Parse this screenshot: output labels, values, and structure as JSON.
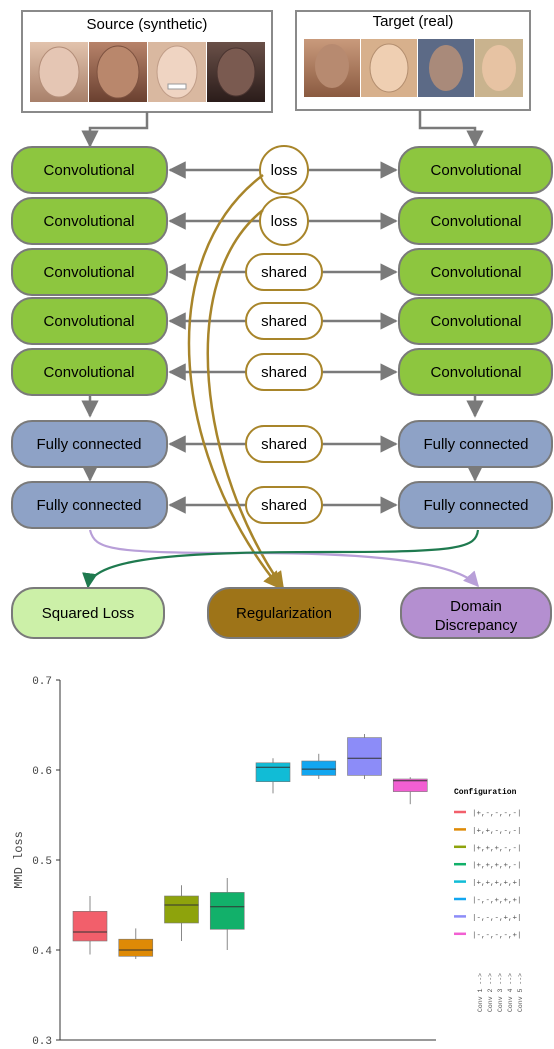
{
  "source": {
    "label": "Source (synthetic)",
    "photos": [
      "face-1",
      "face-2",
      "face-3",
      "face-4"
    ]
  },
  "target": {
    "label": "Target (real)",
    "photos": [
      "face-1",
      "face-2",
      "face-3",
      "face-4"
    ]
  },
  "rows": [
    {
      "left": "Convolutional",
      "mid": "loss",
      "right": "Convolutional",
      "kind": "conv"
    },
    {
      "left": "Convolutional",
      "mid": "loss",
      "right": "Convolutional",
      "kind": "conv"
    },
    {
      "left": "Convolutional",
      "mid": "shared",
      "right": "Convolutional",
      "kind": "conv"
    },
    {
      "left": "Convolutional",
      "mid": "shared",
      "right": "Convolutional",
      "kind": "conv"
    },
    {
      "left": "Convolutional",
      "mid": "shared",
      "right": "Convolutional",
      "kind": "conv"
    },
    {
      "left": "Fully connected",
      "mid": "shared",
      "right": "Fully connected",
      "kind": "fc"
    },
    {
      "left": "Fully connected",
      "mid": "shared",
      "right": "Fully connected",
      "kind": "fc"
    }
  ],
  "outputs": {
    "squared": "Squared Loss",
    "regularization": "Regularization",
    "domain": "Domain Discrepancy"
  },
  "colors": {
    "conv": "#8dc63f",
    "fc": "#8ea2c6",
    "squared": "#ccf0a8",
    "reg": "#9e7418",
    "domain": "#b48fd0",
    "loss_edge": "#a8852a",
    "green_arrow": "#1f7a4f",
    "purple_arrow": "#b89fd8",
    "gray": "#7a7a7a"
  },
  "chart_data": {
    "type": "box",
    "ylabel": "MMD loss",
    "ylim": [
      0.3,
      0.7
    ],
    "yticks": [
      "0.3",
      "0.4",
      "0.5",
      "0.6",
      "0.7"
    ],
    "legend_title": "Configuration",
    "legend_position": "right",
    "footnote": [
      "Conv 1 -->",
      "Conv 2 -->",
      "Conv 3 -->",
      "Conv 4 -->",
      "Conv 5 -->"
    ],
    "series": [
      {
        "name": "|+,-,-,-,-|",
        "color": "#f25f6b",
        "min": 0.395,
        "q1": 0.41,
        "median": 0.42,
        "q3": 0.443,
        "max": 0.46
      },
      {
        "name": "|+,+,-,-,-|",
        "color": "#de8a06",
        "min": 0.39,
        "q1": 0.393,
        "median": 0.4,
        "q3": 0.412,
        "max": 0.424
      },
      {
        "name": "|+,+,+,-,-|",
        "color": "#8ea30c",
        "min": 0.41,
        "q1": 0.43,
        "median": 0.45,
        "q3": 0.46,
        "max": 0.472
      },
      {
        "name": "|+,+,+,+,-|",
        "color": "#12b06a",
        "min": 0.4,
        "q1": 0.423,
        "median": 0.448,
        "q3": 0.464,
        "max": 0.48
      },
      {
        "name": "|+,+,+,+,+|",
        "color": "#11bcd6",
        "min": 0.574,
        "q1": 0.587,
        "median": 0.603,
        "q3": 0.608,
        "max": 0.613
      },
      {
        "name": "|-,-,+,+,+|",
        "color": "#12a6f0",
        "min": 0.59,
        "q1": 0.594,
        "median": 0.601,
        "q3": 0.61,
        "max": 0.618
      },
      {
        "name": "|-,-,-,+,+|",
        "color": "#8c8cf8",
        "min": 0.59,
        "q1": 0.594,
        "median": 0.613,
        "q3": 0.636,
        "max": 0.64
      },
      {
        "name": "|-,-,-,-,+|",
        "color": "#f25fd2",
        "min": 0.562,
        "q1": 0.576,
        "median": 0.588,
        "q3": 0.59,
        "max": 0.592
      }
    ]
  }
}
